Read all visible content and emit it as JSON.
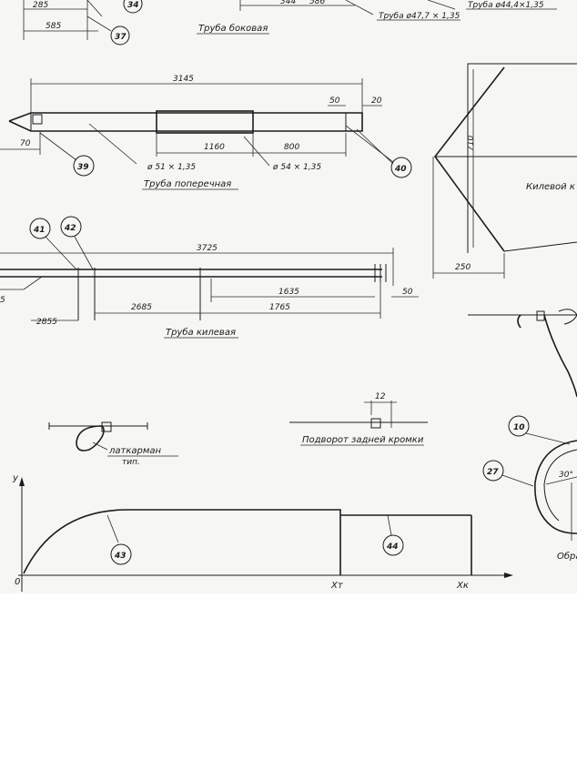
{
  "drawing": {
    "top": {
      "dims": {
        "d285": "285",
        "d585": "585",
        "d3_partial": "344",
        "d586": "586"
      },
      "parts": {
        "p34": "34",
        "p37": "37"
      },
      "labels": {
        "side_tube": "Труба боковая",
        "tube_477": "Труба ø47,7 × 1,35",
        "tube_444": "Труба ø44,4×1,35"
      }
    },
    "cross_tube": {
      "dims": {
        "total": "3145",
        "d50": "50",
        "d20": "20",
        "d70": "70",
        "d1160": "1160",
        "d800": "800"
      },
      "specs": {
        "s51": "ø 51 × 1,35",
        "s54": "ø 54 × 1,35"
      },
      "label": "Труба поперечная",
      "parts": {
        "p39": "39",
        "p40": "40"
      }
    },
    "keel_frame": {
      "dims": {
        "d710": "710",
        "d250": "250"
      },
      "label": "Килевой к"
    },
    "keel_tube": {
      "parts": {
        "p41": "41",
        "p42": "42"
      },
      "dims": {
        "total": "3725",
        "d1635": "1635",
        "d50": "50",
        "d2685": "2685",
        "d1765": "1765",
        "d2855": "2855",
        "d_left": "5"
      },
      "label": "Труба килевая"
    },
    "pocket": {
      "line1": "латкарман",
      "line2": "тип."
    },
    "edge_fold": {
      "dim": "12",
      "label": "Подворот задней кромки"
    },
    "profile": {
      "y_axis": "y",
      "origin": "0",
      "xt": "Xт",
      "xk": "Xк",
      "parts": {
        "p43": "43",
        "p44": "44"
      }
    },
    "detail": {
      "parts": {
        "p10": "10",
        "p27": "27"
      },
      "dim": "30°",
      "label": "Обра"
    }
  }
}
